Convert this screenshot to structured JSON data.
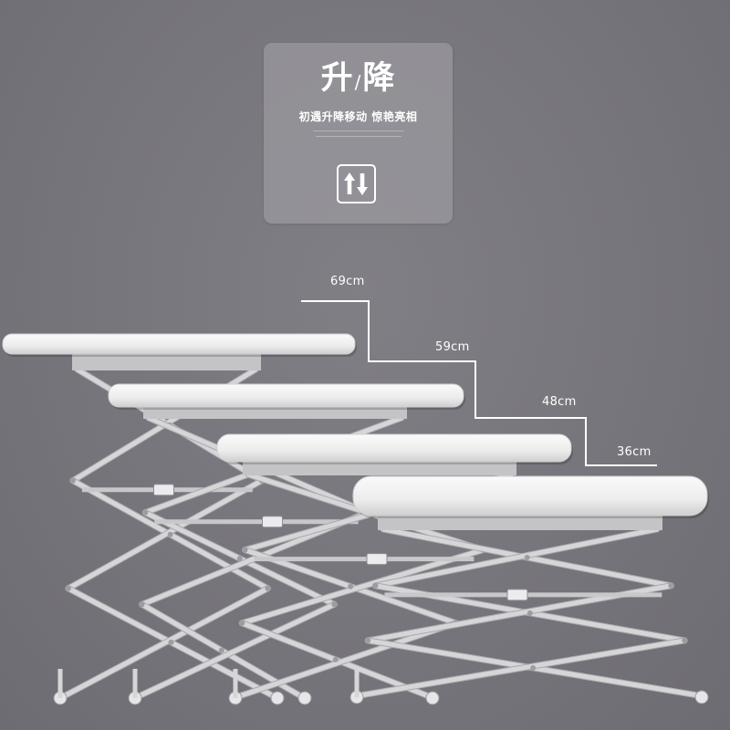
{
  "heading": {
    "main_left": "升",
    "slash": "/",
    "main_right": "降",
    "subtitle": "初遇升降移动  惊艳亮相"
  },
  "icon": "up-down-arrows-icon",
  "heights": [
    {
      "label": "69cm",
      "value_cm": 69
    },
    {
      "label": "59cm",
      "value_cm": 59
    },
    {
      "label": "48cm",
      "value_cm": 48
    },
    {
      "label": "36cm",
      "value_cm": 36
    }
  ],
  "colors": {
    "background": "#78777d",
    "card": "#9b9aa0",
    "table_top": "#f2f2f2",
    "frame": "#d6d6d8",
    "line": "#ffffff"
  }
}
